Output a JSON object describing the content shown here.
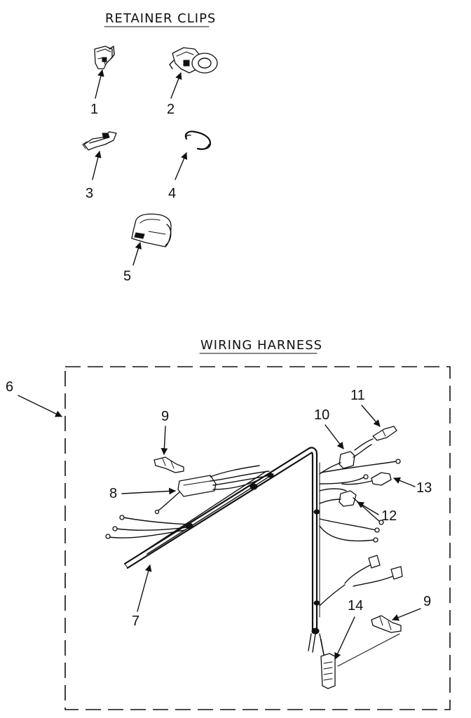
{
  "sections": {
    "retainer_clips_title": "RETAINER CLIPS",
    "wiring_harness_title": "WIRING HARNESS"
  },
  "callouts": {
    "c1": "1",
    "c2": "2",
    "c3": "3",
    "c4": "4",
    "c5": "5",
    "c6": "6",
    "c7": "7",
    "c8": "8",
    "c9a": "9",
    "c9b": "9",
    "c10": "10",
    "c11": "11",
    "c12": "12",
    "c13": "13",
    "c14": "14"
  },
  "colors": {
    "ink": "#111111",
    "paper": "#ffffff"
  }
}
